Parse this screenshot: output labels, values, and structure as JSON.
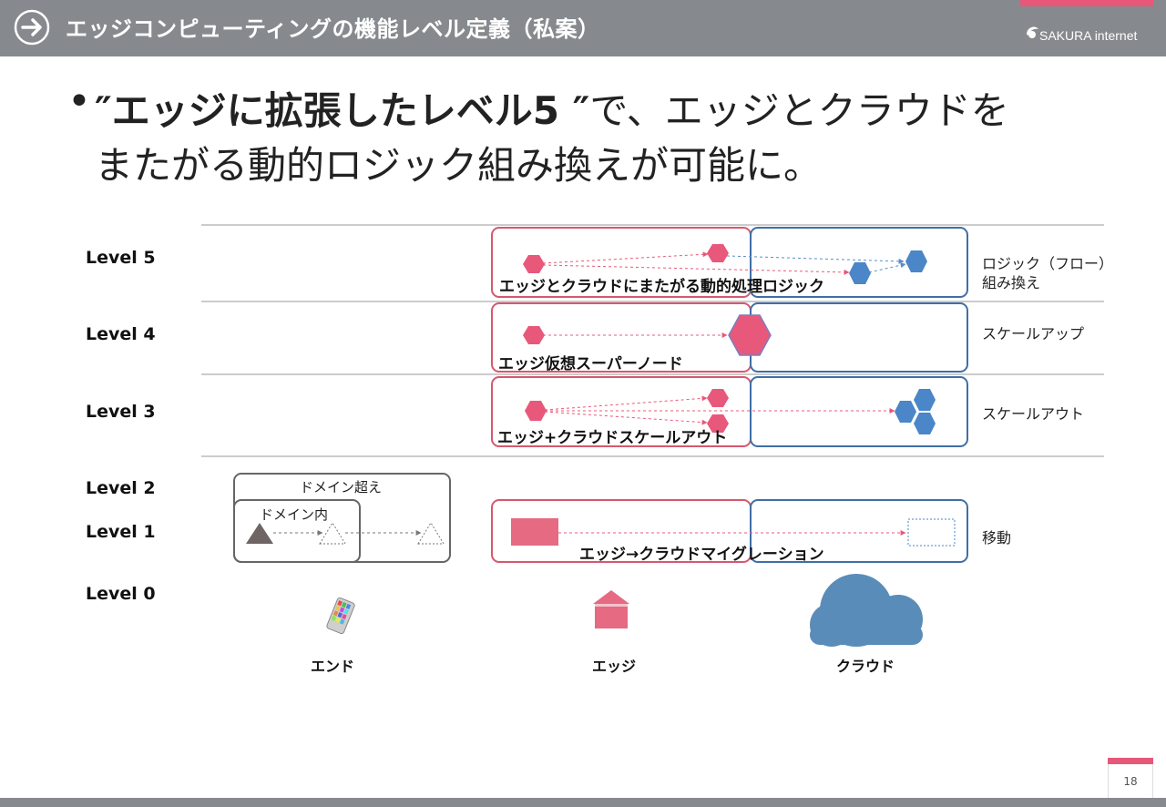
{
  "header": {
    "title": "エッジコンピューティングの機能レベル定義（私案）",
    "logo_text": "SAKURA internet"
  },
  "headline": {
    "bullet": "•",
    "quoted_bold": "″エッジに拡張したレベル5 ″",
    "rest_line1": "で、エッジとクラウドを",
    "line2": "またがる動的ロジック組み換えが可能に。"
  },
  "levels": [
    "Level 5",
    "Level 4",
    "Level 3",
    "Level 2",
    "Level 1",
    "Level 0"
  ],
  "right_labels": {
    "level5_line1": "ロジック（フロー）",
    "level5_line2": "組み換え",
    "level4": "スケールアップ",
    "level3": "スケールアウト",
    "level1": "移動"
  },
  "box_labels": {
    "level5": "エッジとクラウドにまたがる動的処理ロジック",
    "level4": "エッジ仮想スーパーノード",
    "level3": "エッジ+クラウドスケールアウト",
    "level1": "エッジ→クラウドマイグレーション",
    "domain_outer": "ドメイン超え",
    "domain_inner": "ドメイン内"
  },
  "bottom_labels": {
    "end": "エンド",
    "edge": "エッジ",
    "cloud": "クラウド"
  },
  "colors": {
    "pink": "#e8587a",
    "pink_border": "#d6586f",
    "blue": "#4a86c8",
    "blue_border": "#3f6fa6",
    "cloud_blue": "#5a8cba",
    "gray": "#868a8e"
  },
  "icons": {
    "header_icon": "arrow-right-circle-icon",
    "end_device": "smartphone-icon",
    "edge_device": "house-icon",
    "cloud_device": "cloud-icon"
  },
  "page_number": "18"
}
